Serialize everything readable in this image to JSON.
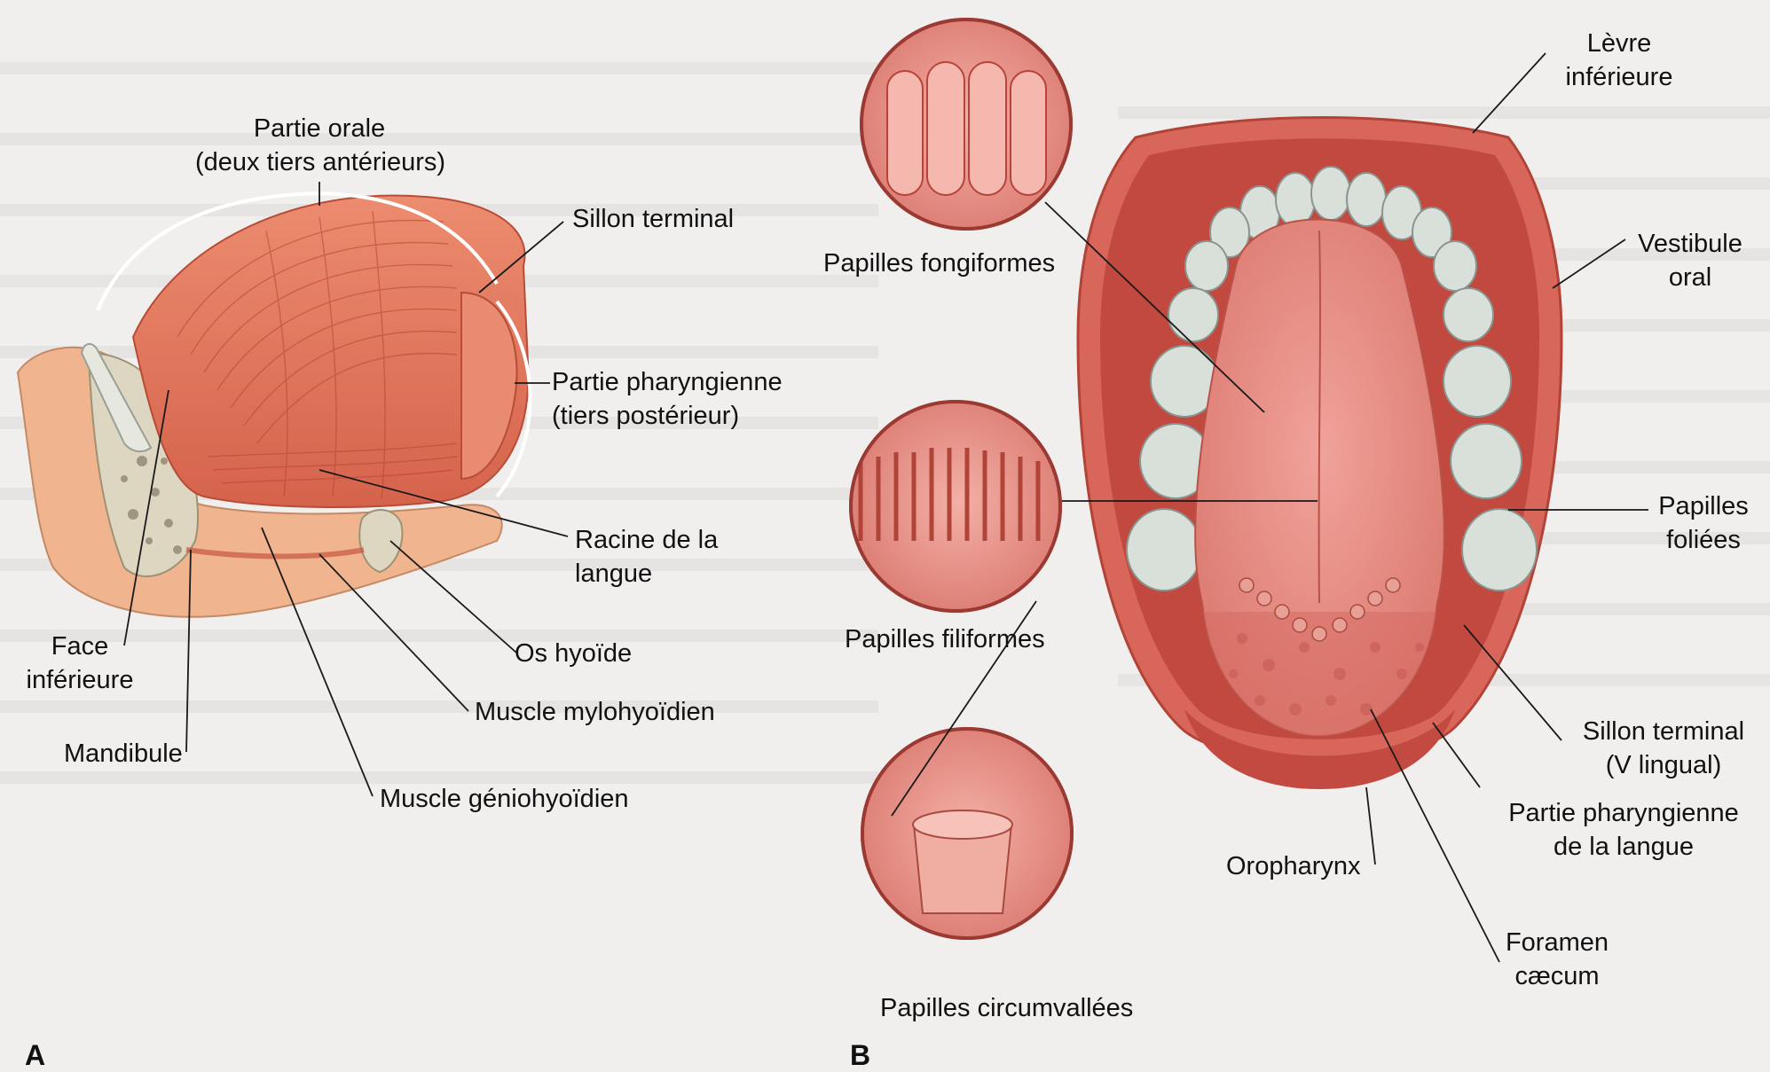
{
  "panels": [
    {
      "letter": "A",
      "labels": {
        "partie_orale": "Partie orale\n(deux tiers antérieurs)",
        "sillon_terminal": "Sillon terminal",
        "partie_pharyngienne": "Partie pharyngienne\n(tiers postérieur)",
        "racine": "Racine de la\nlangue",
        "face_inferieure": "Face\ninférieure",
        "os_hyoide": "Os hyoïde",
        "mylohyoidien": "Muscle mylohyoïdien",
        "mandibule": "Mandibule",
        "geniohyoidien": "Muscle géniohyoïdien"
      }
    },
    {
      "letter": "B",
      "labels": {
        "levre_inferieure": "Lèvre\ninférieure",
        "papilles_fongiformes": "Papilles fongiformes",
        "vestibule_oral": "Vestibule\noral",
        "papilles_filiformes": "Papilles filiformes",
        "papilles_foliees": "Papilles\nfoliées",
        "sillon_terminal_v": "Sillon terminal\n(V lingual)",
        "partie_pharyngienne_langue": "Partie pharyngienne\nde la langue",
        "oropharynx": "Oropharynx",
        "foramen_caecum": "Foramen\ncæcum",
        "papilles_circumvallees": "Papilles circumvallées"
      }
    }
  ],
  "colors": {
    "muscle": "#e27a62",
    "muscle_dark": "#c85540",
    "tongue": "#e88f87",
    "mucosa": "#d9665a",
    "tooth": "#d9e0da",
    "bone": "#d8d2bc",
    "leader": "#1a1a1a"
  }
}
